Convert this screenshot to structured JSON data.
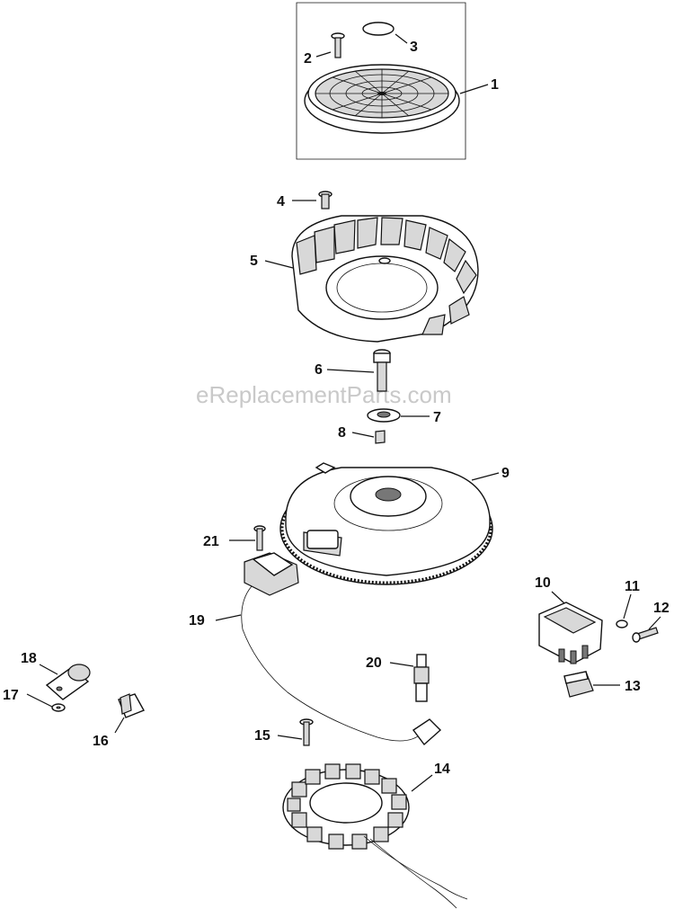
{
  "watermark": "eReplacementParts.com",
  "callouts": {
    "p1": "1",
    "p2": "2",
    "p3": "3",
    "p4": "4",
    "p5": "5",
    "p6": "6",
    "p7": "7",
    "p8": "8",
    "p9": "9",
    "p10": "10",
    "p11": "11",
    "p12": "12",
    "p13": "13",
    "p14": "14",
    "p15": "15",
    "p16": "16",
    "p17": "17",
    "p18": "18",
    "p19": "19",
    "p20": "20",
    "p21": "21"
  }
}
